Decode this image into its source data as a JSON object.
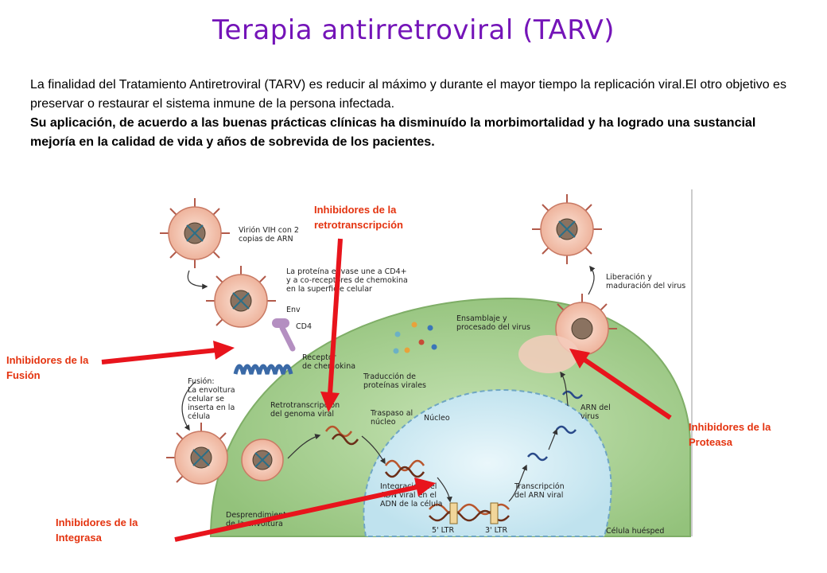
{
  "title": "Terapia antirretroviral (TARV)",
  "intro": {
    "p1": "La finalidad del Tratamiento Antiretroviral (TARV) es reducir al máximo y durante el mayor tiempo la replicación viral.El otro objetivo es preservar o restaurar el sistema inmune de la persona infectada.",
    "p2": "Su aplicación, de acuerdo a las buenas prácticas clínicas ha disminuído la morbimortalidad y ha logrado una sustancial mejoría en la calidad de vida y años de sobrevida de los pacientes."
  },
  "inhibitors": {
    "fusion": "Inhibidores de la Fusión",
    "retrotranscripcion": "Inhibidores de la retrotranscripción",
    "proteasa": "Inhibidores de la Proteasa",
    "integrasa": "Inhibidores de la Integrasa"
  },
  "diagram_labels": {
    "virion": [
      "Virión VIH con 2",
      "copias de ARN"
    ],
    "envelope": [
      "La proteína envase une a CD4+",
      "y a co-receptores de chemokina",
      "en la superficie celular"
    ],
    "env": "Env",
    "cd4": "CD4",
    "receptor": [
      "Receptor",
      "de chemokina"
    ],
    "fusion": [
      "Fusión:",
      "La envoltura",
      "celular se",
      "inserta en la",
      "célula"
    ],
    "retro": [
      "Retrotranscripción",
      "del genoma viral"
    ],
    "traspaso": [
      "Traspaso al",
      "núcleo"
    ],
    "nucleo": "Núcleo",
    "traduccion": [
      "Traducción de",
      "proteínas virales"
    ],
    "ensamblaje": [
      "Ensamblaje y",
      "procesado del virus"
    ],
    "liberacion": [
      "Liberación y",
      "maduración del virus"
    ],
    "arn": [
      "ARN del",
      "virus"
    ],
    "integracion": [
      "Integración del",
      "ADN viral en el",
      "ADN de la célula"
    ],
    "transcripcion": [
      "Transcripción",
      "del ARN viral"
    ],
    "desprendimiento": [
      "Desprendimiento",
      "de la envoltura"
    ],
    "ltr5": "5' LTR",
    "ltr3": "3' LTR",
    "celula": "Célula huésped"
  },
  "colors": {
    "title": "#7414b8",
    "arrow": "#e8141c",
    "label": "#e4330f",
    "cell": "#a9cf93",
    "nucleus": "#d7eef5",
    "virus_body": "#f6c6b3",
    "virus_core": "#8a7260"
  }
}
